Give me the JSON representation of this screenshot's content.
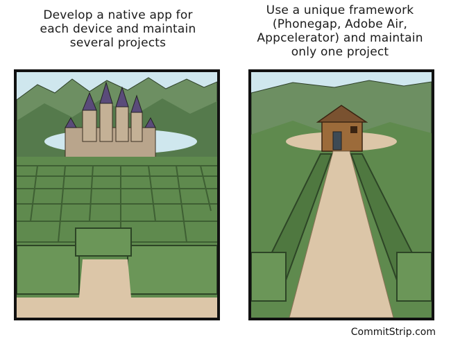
{
  "left_panel": {
    "caption_lines": [
      "Develop a native app for",
      "each device and maintain",
      "several projects"
    ]
  },
  "right_panel": {
    "caption_lines": [
      "Use a unique framework",
      "(Phonegap,  Adobe Air,",
      "Appcelerator) and maintain",
      "only one project"
    ]
  },
  "credit": "CommitStrip.com",
  "colors": {
    "sky": "#cfe7ee",
    "hedge": "#5f8a4e",
    "hedge_dark": "#3e5f33",
    "path": "#dcc6a8",
    "mountain": "#6d8f62",
    "castle": "#b9a58c",
    "roof": "#5a4b7a",
    "shack": "#9c6b3a"
  }
}
